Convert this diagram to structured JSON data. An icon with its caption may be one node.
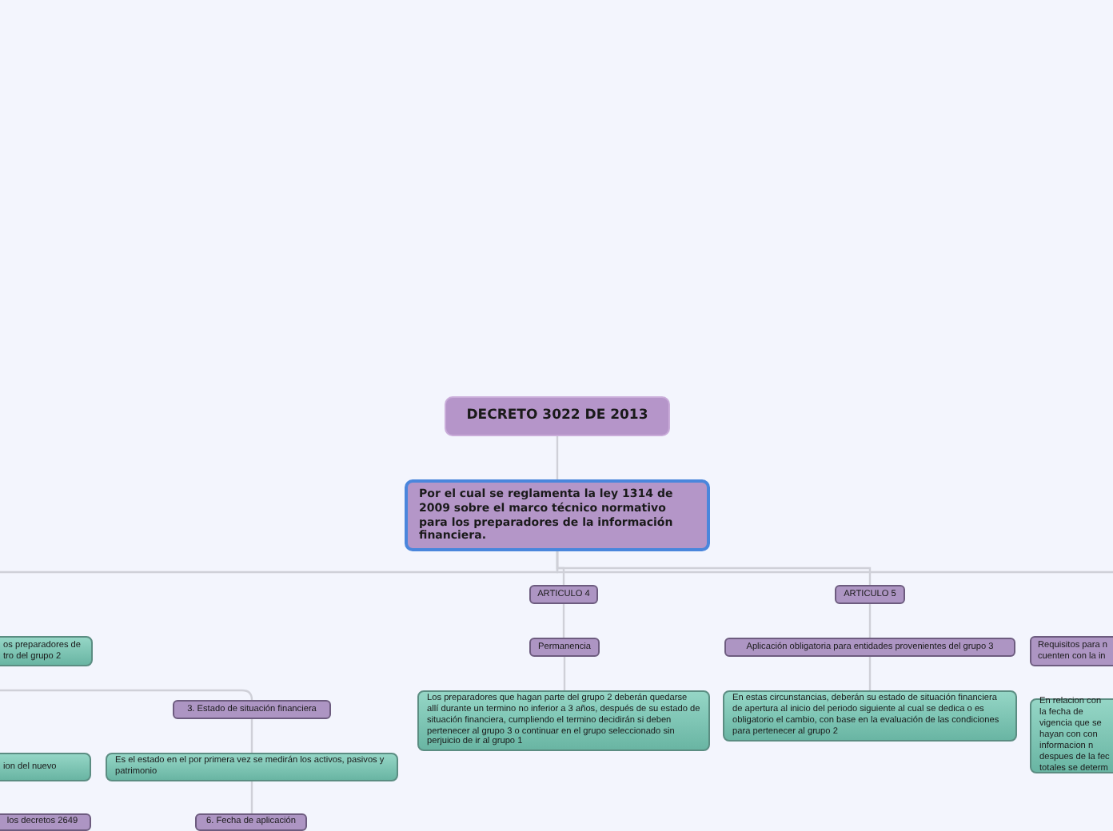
{
  "diagram": {
    "nodes": [
      {
        "text": [
          "DECRETO 3022 DE 2013"
        ]
      },
      {
        "text": [
          "Por el cual se reglamenta la ley 1314 de 2009 sobre el marco técnico normativo para los preparadores de la información financiera."
        ]
      },
      {
        "text": [
          "ARTICULO 4"
        ]
      },
      {
        "text": [
          "Permanencia"
        ]
      },
      {
        "text": [
          "Los preparadores que hagan parte del grupo 2 deberán quedarse allí durante un termino no inferior a 3 años, después de su estado de situación financiera, cumpliendo el termino decidirán si deben pertenecer al grupo 3 o continuar en el grupo seleccionado sin perjuicio de ir al grupo 1"
        ]
      },
      {
        "text": [
          "ARTICULO 5"
        ]
      },
      {
        "text": [
          "Aplicación obligatoria para entidades provenientes del grupo 3"
        ]
      },
      {
        "text": [
          "En estas circunstancias, deberán su estado de situación financiera de apertura al inicio del periodo siguiente al cual se dedica o es obligatorio el cambio, con base en la evaluación de las condiciones para pertenecer al grupo 2"
        ]
      },
      {
        "text": [
          "os preparadores de tro del grupo 2"
        ]
      },
      {
        "text": [
          "3. Estado de situación financiera"
        ]
      },
      {
        "text": [
          "ion del nuevo"
        ]
      },
      {
        "text": [
          "Es el estado en el por primera vez se medirán los activos, pasivos y patrimonio"
        ]
      },
      {
        "text": [
          "los decretos 2649"
        ]
      },
      {
        "text": [
          "6. Fecha de aplicación"
        ]
      },
      {
        "text": [
          "Requisitos para n cuenten con la in"
        ]
      },
      {
        "text": [
          "En relacion con la fecha de vigencia que se hayan con con informacion n despues de la fec totales se determ"
        ]
      }
    ],
    "edges": [
      {
        "from": 0,
        "to": 1,
        "arrow": "none"
      },
      {
        "from": 1,
        "to": 2,
        "arrow": "none"
      },
      {
        "from": 1,
        "to": 5,
        "arrow": "none"
      },
      {
        "from": 1,
        "to": null,
        "arrow": "none"
      },
      {
        "from": 1,
        "to": null,
        "arrow": "none"
      },
      {
        "from": 2,
        "to": 3,
        "arrow": "none"
      },
      {
        "from": 3,
        "to": 4,
        "arrow": "none"
      },
      {
        "from": 5,
        "to": 6,
        "arrow": "none"
      },
      {
        "from": 6,
        "to": 7,
        "arrow": "none"
      },
      {
        "from": null,
        "to": 9,
        "arrow": "none"
      },
      {
        "from": 9,
        "to": 11,
        "arrow": "none"
      },
      {
        "from": 11,
        "to": 13,
        "arrow": "none"
      }
    ]
  }
}
